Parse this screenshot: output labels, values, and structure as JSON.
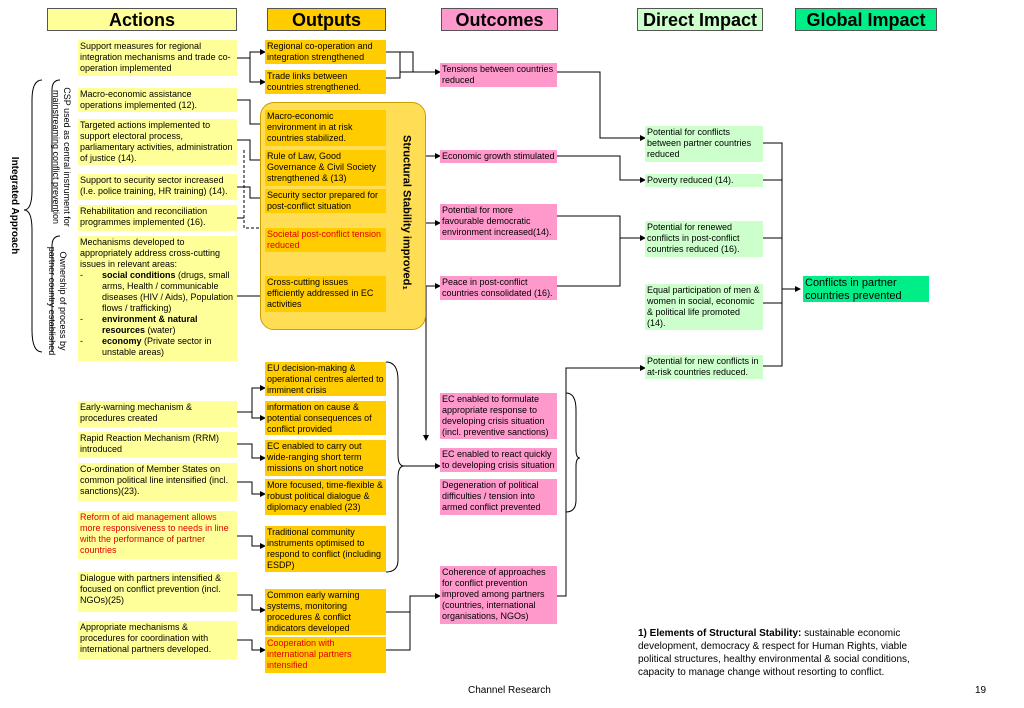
{
  "headers": {
    "actions": "Actions",
    "outputs": "Outputs",
    "outcomes": "Outcomes",
    "direct_impact": "Direct Impact",
    "global_impact": "Global Impact"
  },
  "colors": {
    "actions": "#ffff99",
    "outputs": "#ffcc00",
    "outcomes": "#ff99cc",
    "direct_impact": "#ccffcc",
    "global_impact": "#00ee88",
    "highlight_text": "#e00000"
  },
  "side_labels": {
    "integrated_approach": "Integrated Approach",
    "csp_line1": "CSP used as central instrument for",
    "csp_line2": "mainstreaming conflict prevention",
    "own_line1": "Ownership of process by",
    "own_line2": "partner country established"
  },
  "actions": {
    "a1": "Support measures for regional integration mechanisms and trade co-operation implemented",
    "a2": "Macro-economic assistance operations implemented (12).",
    "a3": "Targeted actions implemented to support electoral process, parliamentary activities, administration of justice (14).",
    "a4": "Support to security sector increased (I.e. police training, HR training) (14).",
    "a5": "Rehabilitation and reconciliation programmes implemented (16).",
    "a6_intro": "Mechanisms developed to appropriately address cross-cutting issues in relevant areas:",
    "a6_item1_bold": "social conditions",
    "a6_item1_rest": " (drugs, small arms, Health / communicable diseases (HIV / Aids), Population flows / trafficking)",
    "a6_item2_bold": "environment & natural resources",
    "a6_item2_rest": " (water)",
    "a6_item3_bold": "economy",
    "a6_item3_rest": " (Private sector in unstable areas)",
    "a6_dash": "-",
    "a7": "Early-warning mechanism & procedures created",
    "a8": "Rapid Reaction Mechanism (RRM) introduced",
    "a9": "Co-ordination of Member States on common political line intensified (incl. sanctions)(23).",
    "a10": "Reform of aid management allows more responsiveness to needs in line with the performance of partner countries",
    "a11": "Dialogue with partners intensified & focused on conflict prevention (incl. NGOs)(25)",
    "a12": "Appropriate mechanisms & procedures for coordination with international partners developed."
  },
  "outputs": {
    "o1": "Regional co-operation and integration strengthened",
    "o2": "Trade links between countries strengthened.",
    "o3": "Macro-economic environment in at risk countries stabilized.",
    "o4": "Rule of Law, Good Governance & Civil Society strengthened & (13)",
    "o5": "Security sector prepared for post-conflict situation",
    "o6": "Societal post-conflict tension reduced",
    "o7": "Cross-cutting issues efficiently addressed in EC activities",
    "o8": "EU decision-making & operational centres alerted to imminent crisis",
    "o9": "information on cause & potential consequences of conflict provided",
    "o10": "EC enabled to carry out wide-ranging short term missions on short notice",
    "o11": "More focused, time-flexible & robust political dialogue & diplomacy enabled (23)",
    "o12": "Traditional community instruments optimised to respond to conflict (including ESDP)",
    "o13": "Common early warning systems, monitoring procedures & conflict indicators developed",
    "o14": "Cooperation with international partners intensified",
    "structural_stability": "Structural Stability improved₁"
  },
  "outcomes": {
    "oc1": "Tensions between countries reduced",
    "oc2": "Economic growth stimulated",
    "oc3": "Potential for more favourable democratic environment increased(14).",
    "oc4": "Peace in post-conflict countries consolidated (16).",
    "oc5": "EC enabled to formulate appropriate response to developing crisis situation (incl. preventive sanctions)",
    "oc6": "EC enabled to react quickly to developing crisis situation",
    "oc7": "Degeneration of political difficulties / tension into armed conflict prevented",
    "oc8": "Coherence of approaches for conflict prevention improved among partners (countries, international organisations, NGOs)"
  },
  "direct_impact": {
    "d1": "Potential for conflicts between partner countries reduced",
    "d2": "Poverty reduced (14).",
    "d3": "Potential for renewed conflicts in post-conflict countries reduced (16).",
    "d4": "Equal participation of men & women in social, economic & political life promoted (14).",
    "d5": "Potential for new conflicts in at-risk countries reduced."
  },
  "global_impact": {
    "g1": "Conflicts in partner countries prevented"
  },
  "footnote": {
    "label": "1) Elements of Structural Stability:",
    "text": " sustainable economic development, democracy & respect for Human Rights, viable political structures, healthy environmental & social conditions, capacity to manage change without resorting to conflict."
  },
  "footer": {
    "source": "Channel Research",
    "page": "19"
  }
}
